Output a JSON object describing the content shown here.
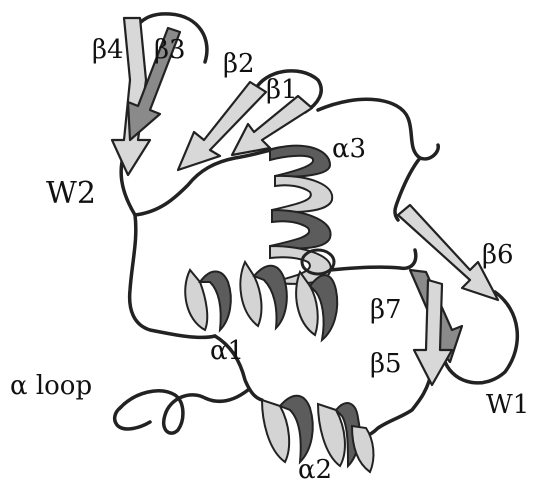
{
  "labels": {
    "beta4": "β4",
    "beta3": "β3",
    "beta2": "β2",
    "beta1": "β1",
    "alpha3": "α3",
    "w2": "W2",
    "beta6": "β6",
    "beta7": "β7",
    "alpha1": "α1",
    "beta5": "β5",
    "alpha_loop": "α loop",
    "w1": "W1",
    "alpha2": "α2"
  }
}
